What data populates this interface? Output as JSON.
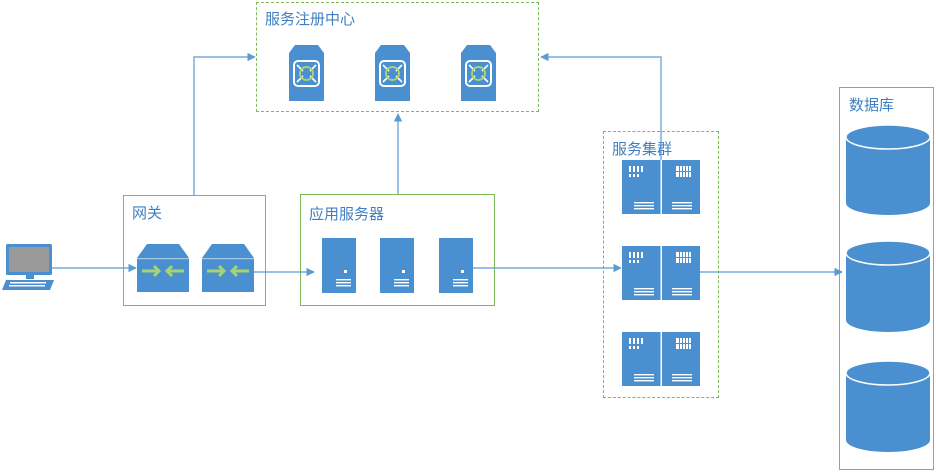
{
  "groups": {
    "registry": {
      "title": "服务注册中心"
    },
    "gateway": {
      "title": "网关"
    },
    "app_servers": {
      "title": "应用服务器"
    },
    "service_cluster": {
      "title": "服务集群"
    },
    "database": {
      "title": "数据库"
    }
  },
  "colors": {
    "node_fill": "#4a8fd0",
    "node_dark": "#3a78b8",
    "border_green": "#7dbb5a",
    "connector": "#5b9bd5",
    "arrow_green": "#a6d46e",
    "text": "#3f7fc1"
  },
  "icons": {
    "client": "desktop-computer-icon",
    "registry_node": "service-registry-node-icon",
    "gateway_node": "gateway-switch-icon",
    "app_server": "tower-server-icon",
    "cluster_node": "rack-server-icon",
    "database": "database-cylinder-icon"
  }
}
